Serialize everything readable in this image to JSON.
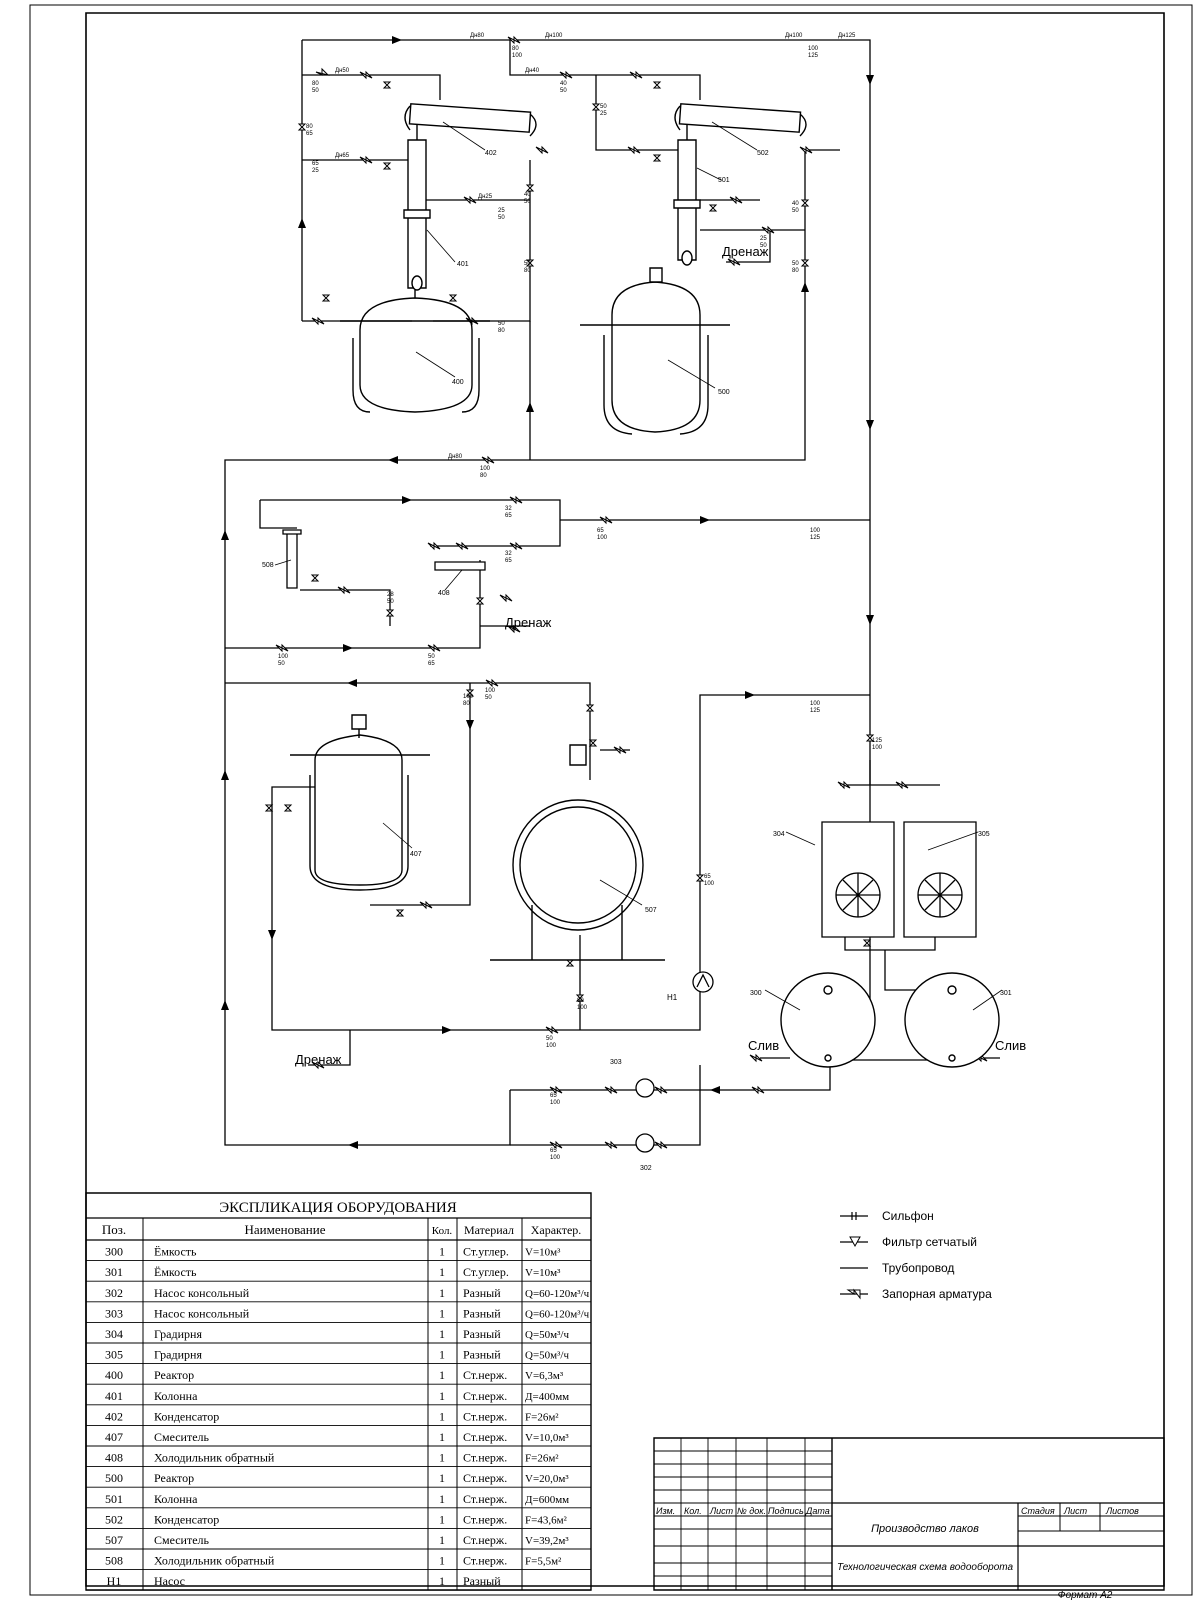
{
  "explication": {
    "title": "ЭКСПЛИКАЦИЯ ОБОРУДОВАНИЯ",
    "headers": [
      "Поз.",
      "Наименование",
      "Кол.",
      "Материал",
      "Характер."
    ],
    "rows": [
      [
        "300",
        "Ёмкость",
        "1",
        "Ст.углер.",
        "V=10м³"
      ],
      [
        "301",
        "Ёмкость",
        "1",
        "Ст.углер.",
        "V=10м³"
      ],
      [
        "302",
        "Насос консольный",
        "1",
        "Разный",
        "Q=60-120м³/ч"
      ],
      [
        "303",
        "Насос консольный",
        "1",
        "Разный",
        "Q=60-120м³/ч"
      ],
      [
        "304",
        "Градирня",
        "1",
        "Разный",
        "Q=50м³/ч"
      ],
      [
        "305",
        "Градирня",
        "1",
        "Разный",
        "Q=50м³/ч"
      ],
      [
        "400",
        "Реактор",
        "1",
        "Ст.нерж.",
        "V=6,3м³"
      ],
      [
        "401",
        "Колонна",
        "1",
        "Ст.нерж.",
        "Д=400мм"
      ],
      [
        "402",
        "Конденсатор",
        "1",
        "Ст.нерж.",
        "F=26м²"
      ],
      [
        "407",
        "Смеситель",
        "1",
        "Ст.нерж.",
        "V=10,0м³"
      ],
      [
        "408",
        "Холодильник обратный",
        "1",
        "Ст.нерж.",
        "F=26м²"
      ],
      [
        "500",
        "Реактор",
        "1",
        "Ст.нерж.",
        "V=20,0м³"
      ],
      [
        "501",
        "Колонна",
        "1",
        "Ст.нерж.",
        "Д=600мм"
      ],
      [
        "502",
        "Конденсатор",
        "1",
        "Ст.нерж.",
        "F=43,6м²"
      ],
      [
        "507",
        "Смеситель",
        "1",
        "Ст.нерж.",
        "V=39,2м³"
      ],
      [
        "508",
        "Холодильник обратный",
        "1",
        "Ст.нерж.",
        "F=5,5м²"
      ],
      [
        "Н1",
        "Насос",
        "1",
        "Разный",
        ""
      ]
    ]
  },
  "legend": [
    {
      "symbol": "bellows",
      "label": "Сильфон"
    },
    {
      "symbol": "mesh-filter",
      "label": "Фильтр сетчатый"
    },
    {
      "symbol": "pipeline",
      "label": "Трубопровод"
    },
    {
      "symbol": "shutoff-valve",
      "label": "Запорная арматура"
    }
  ],
  "title_block": {
    "revision_headers": [
      "Изм.",
      "Кол.",
      "Лист",
      "№ док.",
      "Подпись",
      "Дата"
    ],
    "stage_headers": [
      "Стадия",
      "Лист",
      "Листов"
    ],
    "production": "Производство лаков",
    "scheme": "Технологическая схема водооборота",
    "format": "Формат А2"
  },
  "diagram": {
    "equipment_tags": [
      "400",
      "401",
      "402",
      "500",
      "501",
      "502",
      "407",
      "408",
      "507",
      "508",
      "300",
      "301",
      "302",
      "303",
      "304",
      "305",
      "Н1"
    ],
    "drain_label": "Дренаж",
    "discharge_label": "Слив",
    "pipe_sizes": [
      "80/100",
      "100/125",
      "80/50",
      "50/25",
      "65/25",
      "40/50",
      "25/50",
      "50/80",
      "100/80",
      "32/65",
      "65/100",
      "100/50",
      "28/50",
      "50/65",
      "125/100",
      "65/100",
      "80/100",
      "50/100"
    ]
  },
  "colors": {
    "ink": "#000000",
    "paper": "#ffffff"
  }
}
